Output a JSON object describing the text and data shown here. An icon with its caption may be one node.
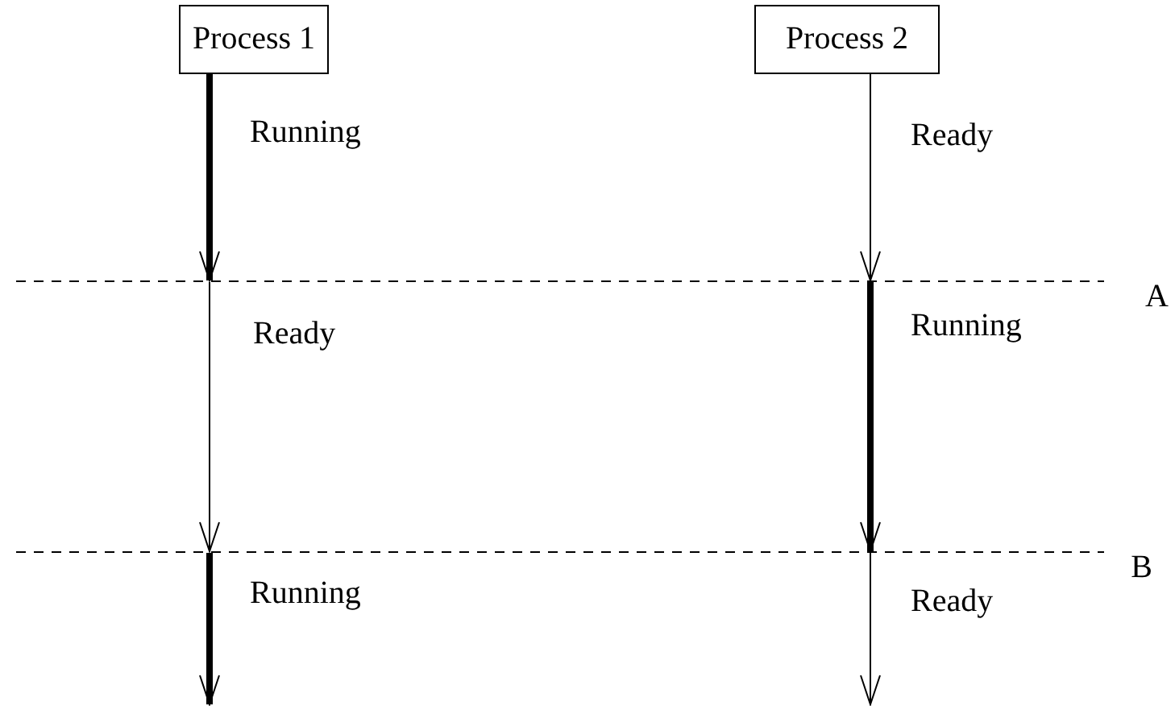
{
  "diagram": {
    "nodes": [
      {
        "text": [
          "Process 1"
        ]
      },
      {
        "text": [
          "Process 2"
        ]
      },
      {
        "text": [
          "A"
        ]
      },
      {
        "text": [
          "B"
        ]
      }
    ],
    "edges": [
      {
        "from": 0,
        "to": 2,
        "arrow": "to",
        "style": "thick",
        "label": "Running"
      },
      {
        "from": 1,
        "to": 2,
        "arrow": "to",
        "label": "Ready"
      },
      {
        "from": 2,
        "to": 3,
        "arrow": "to",
        "label": "Ready"
      },
      {
        "from": 2,
        "to": 3,
        "arrow": "to",
        "style": "thick",
        "label": "Running"
      },
      {
        "from": 3,
        "to": null,
        "arrow": "to",
        "style": "thick",
        "label": "Running"
      },
      {
        "from": 3,
        "to": null,
        "arrow": "to",
        "label": "Ready"
      }
    ]
  }
}
